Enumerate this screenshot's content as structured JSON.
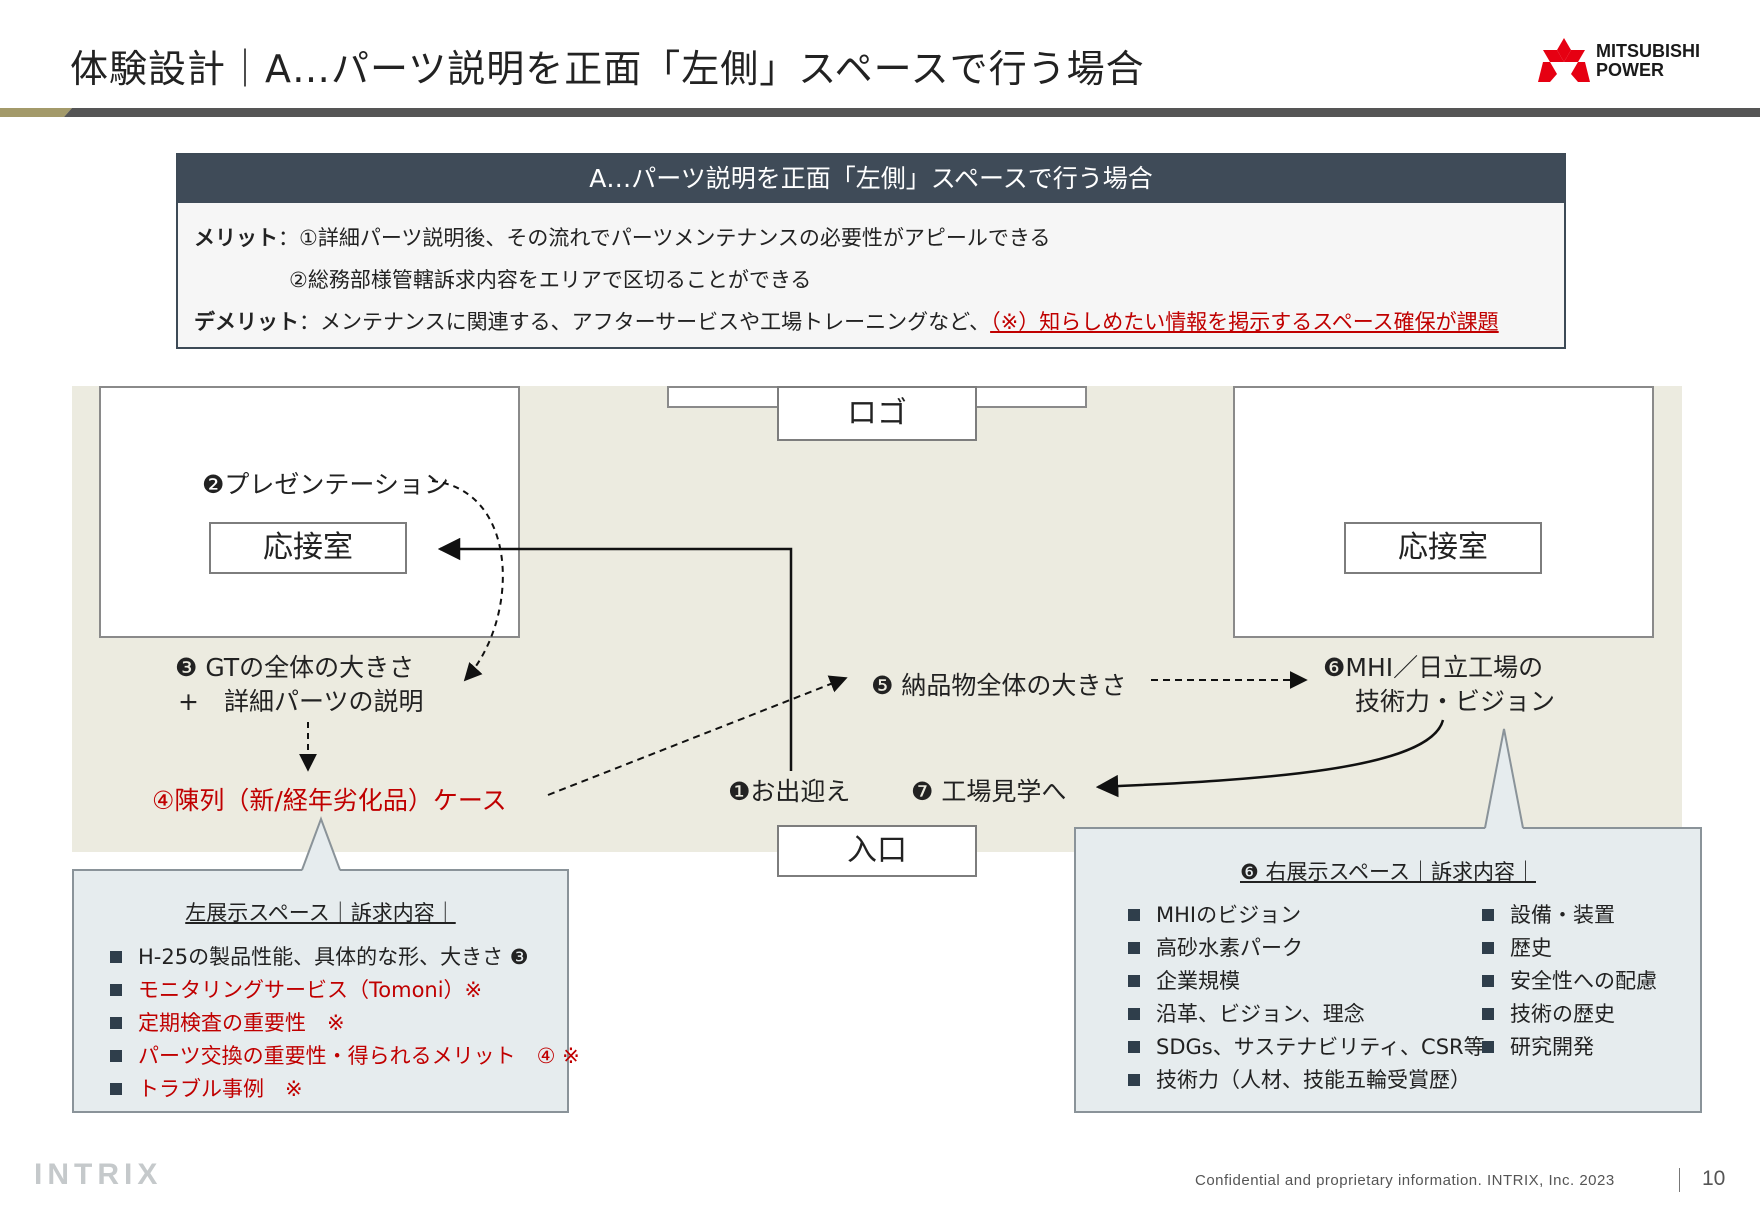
{
  "header": {
    "title": "体験設計｜A…パーツ説明を正面「左側」スペースで行う場合",
    "logo_line1": "MITSUBISHI",
    "logo_line2": "POWER"
  },
  "summary": {
    "heading": "A…パーツ説明を正面「左側」スペースで行う場合",
    "merit_label": "メリット",
    "merit_1": "：①詳細パーツ説明後、その流れでパーツメンテナンスの必要性がアピールできる",
    "merit_2": "②総務部様管轄訴求内容をエリアで区切ることができる",
    "demerit_label": "デメリット",
    "demerit_text": "：メンテナンスに関連する、アフターサービスや工場トレーニングなど、",
    "demerit_issue": "（※）知らしめたい情報を掲示するスペース確保が課題"
  },
  "floor": {
    "logo_label": "ロゴ",
    "entrance_label": "入口",
    "left_room_label": "応接室",
    "right_room_label": "応接室",
    "step2": "❷プレゼンテーション",
    "step3_line1": "❸ GTの全体の大きさ",
    "step3_line2": "+　詳細パーツの説明",
    "step4": "④陳列（新/経年劣化品）ケース",
    "step1": "❶お出迎え",
    "step5": "❺ 納品物全体の大きさ",
    "step6_line1": "❻MHI／日立工場の",
    "step6_line2": "技術力・ビジョン",
    "step7": "❼ 工場見学へ"
  },
  "left_callout": {
    "title": "左展示スペース｜訴求内容｜",
    "items": [
      {
        "text": "H-25の製品性能、具体的な形、大きさ ❸",
        "color": "#222222"
      },
      {
        "text": "モニタリングサービス（Tomoni）※",
        "color": "#c00000"
      },
      {
        "text": "定期検査の重要性　※",
        "color": "#c00000"
      },
      {
        "text": "パーツ交換の重要性・得られるメリット　④ ※",
        "color": "#c00000"
      },
      {
        "text": "トラブル事例　※",
        "color": "#c00000"
      }
    ]
  },
  "right_callout": {
    "title": "❻ 右展示スペース｜訴求内容｜",
    "col1": [
      "MHIのビジョン",
      "高砂水素パーク",
      "企業規模",
      "沿革、ビジョン、理念",
      "SDGs、サステナビリティ、CSR等",
      "技術力（人材、技能五輪受賞歴）"
    ],
    "col2": [
      "設備・装置",
      "歴史",
      "安全性への配慮",
      "技術の歴史",
      "研究開発"
    ]
  },
  "footer": {
    "brand": "INTRIX",
    "confidential": "Confidential and proprietary information. INTRIX, Inc. 2023",
    "page": "10"
  },
  "colors": {
    "accent_red": "#c00000",
    "header_gold": "#a39a6a",
    "header_gray": "#555555",
    "navy": "#3f4b58",
    "floor_beige": "#ecebe0",
    "callout_bg": "#e6ecee",
    "logo_red": "#e60012"
  }
}
